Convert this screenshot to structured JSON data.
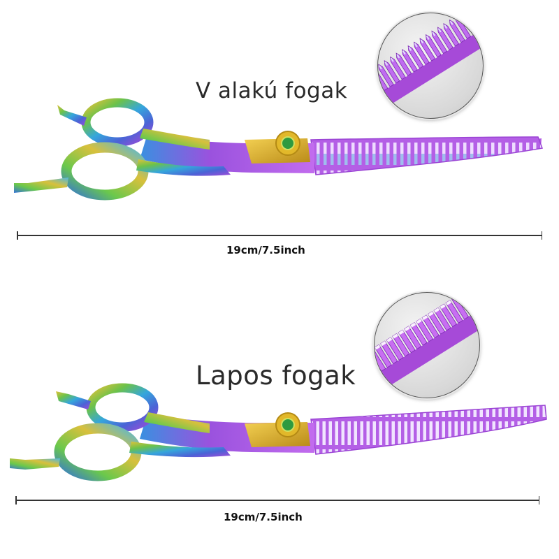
{
  "products": [
    {
      "teeth_label": "V alakú fogak",
      "length_label": "19cm/7.5inch"
    },
    {
      "teeth_label": "Lapos fogak",
      "length_label": "19cm/7.5inch"
    }
  ],
  "colors": {
    "blade": "#c05ae6",
    "handle_gold": "#d8b838",
    "handle_blue": "#3aa0d8",
    "screw_gold": "#e2b82a",
    "screw_center": "#2e9a40"
  }
}
